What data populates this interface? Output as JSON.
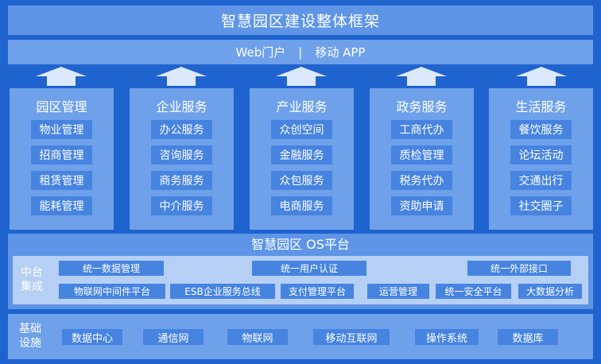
{
  "title": "智慧园区建设整体框架",
  "portal": {
    "web": "Web门户",
    "separator": "|",
    "mobile": "移动 APP"
  },
  "columns": [
    {
      "title": "园区管理",
      "items": [
        "物业管理",
        "招商管理",
        "租赁管理",
        "能耗管理"
      ]
    },
    {
      "title": "企业服务",
      "items": [
        "办公服务",
        "咨询服务",
        "商务服务",
        "中介服务"
      ]
    },
    {
      "title": "产业服务",
      "items": [
        "众创空间",
        "金融服务",
        "众包服务",
        "电商服务"
      ]
    },
    {
      "title": "政务服务",
      "items": [
        "工商代办",
        "质检管理",
        "税务代办",
        "资助申请"
      ]
    },
    {
      "title": "生活服务",
      "items": [
        "餐饮服务",
        "论坛活动",
        "交通出行",
        "社交圈子"
      ]
    }
  ],
  "os": {
    "title": "智慧园区 OS平台",
    "zhongtai_label": [
      "中台",
      "集成"
    ],
    "row1": [
      "统一数据管理",
      "统一用户认证",
      "统一外部接口"
    ],
    "row2": [
      "物联网中间件平台",
      "ESB企业服务总线",
      "支付管理平台",
      "运营管理",
      "统一安全平台",
      "大数据分析"
    ]
  },
  "infra": {
    "label": [
      "基础",
      "设施"
    ],
    "items": [
      "数据中心",
      "通信网",
      "物联网",
      "移动互联网",
      "操作系统",
      "数据库"
    ]
  },
  "colors": {
    "background": "#1f63cf",
    "panel": "#6ea1ea",
    "chip": "#4784e0",
    "inner": "#b5cff5"
  }
}
